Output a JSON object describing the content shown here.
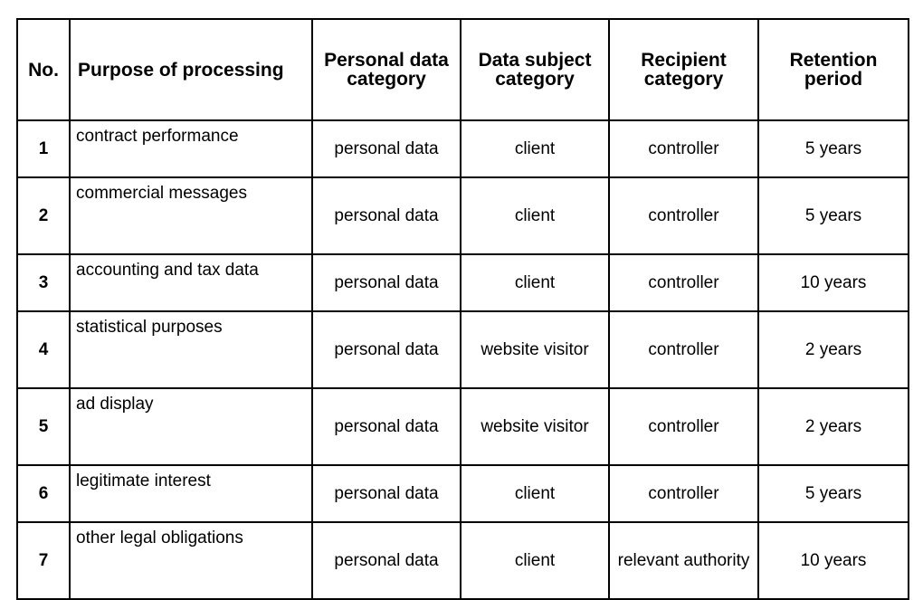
{
  "table": {
    "headers": {
      "no": "No.",
      "purpose": "Purpose of processing",
      "personal_data_category": "Personal data category",
      "data_subject_category": "Data subject category",
      "recipient_category": "Recipient category",
      "retention_period": "Retention period"
    },
    "rows": [
      {
        "no": "1",
        "purpose": "contract performance",
        "personal_data": "personal data",
        "data_subject": "client",
        "recipient": "controller",
        "retention": "5 years"
      },
      {
        "no": "2",
        "purpose": "commercial messages",
        "personal_data": "personal data",
        "data_subject": "client",
        "recipient": "controller",
        "retention": "5 years"
      },
      {
        "no": "3",
        "purpose": "accounting and tax data",
        "personal_data": "personal data",
        "data_subject": "client",
        "recipient": "controller",
        "retention": "10 years"
      },
      {
        "no": "4",
        "purpose": "statistical purposes",
        "personal_data": "personal data",
        "data_subject": "website visitor",
        "recipient": "controller",
        "retention": "2 years"
      },
      {
        "no": "5",
        "purpose": "ad display",
        "personal_data": "personal data",
        "data_subject": "website visitor",
        "recipient": "controller",
        "retention": "2 years"
      },
      {
        "no": "6",
        "purpose": "legitimate interest",
        "personal_data": "personal data",
        "data_subject": "client",
        "recipient": "controller",
        "retention": "5 years"
      },
      {
        "no": "7",
        "purpose": "other legal obligations",
        "personal_data": "personal data",
        "data_subject": "client",
        "recipient": "relevant authority",
        "retention": "10 years"
      }
    ]
  }
}
